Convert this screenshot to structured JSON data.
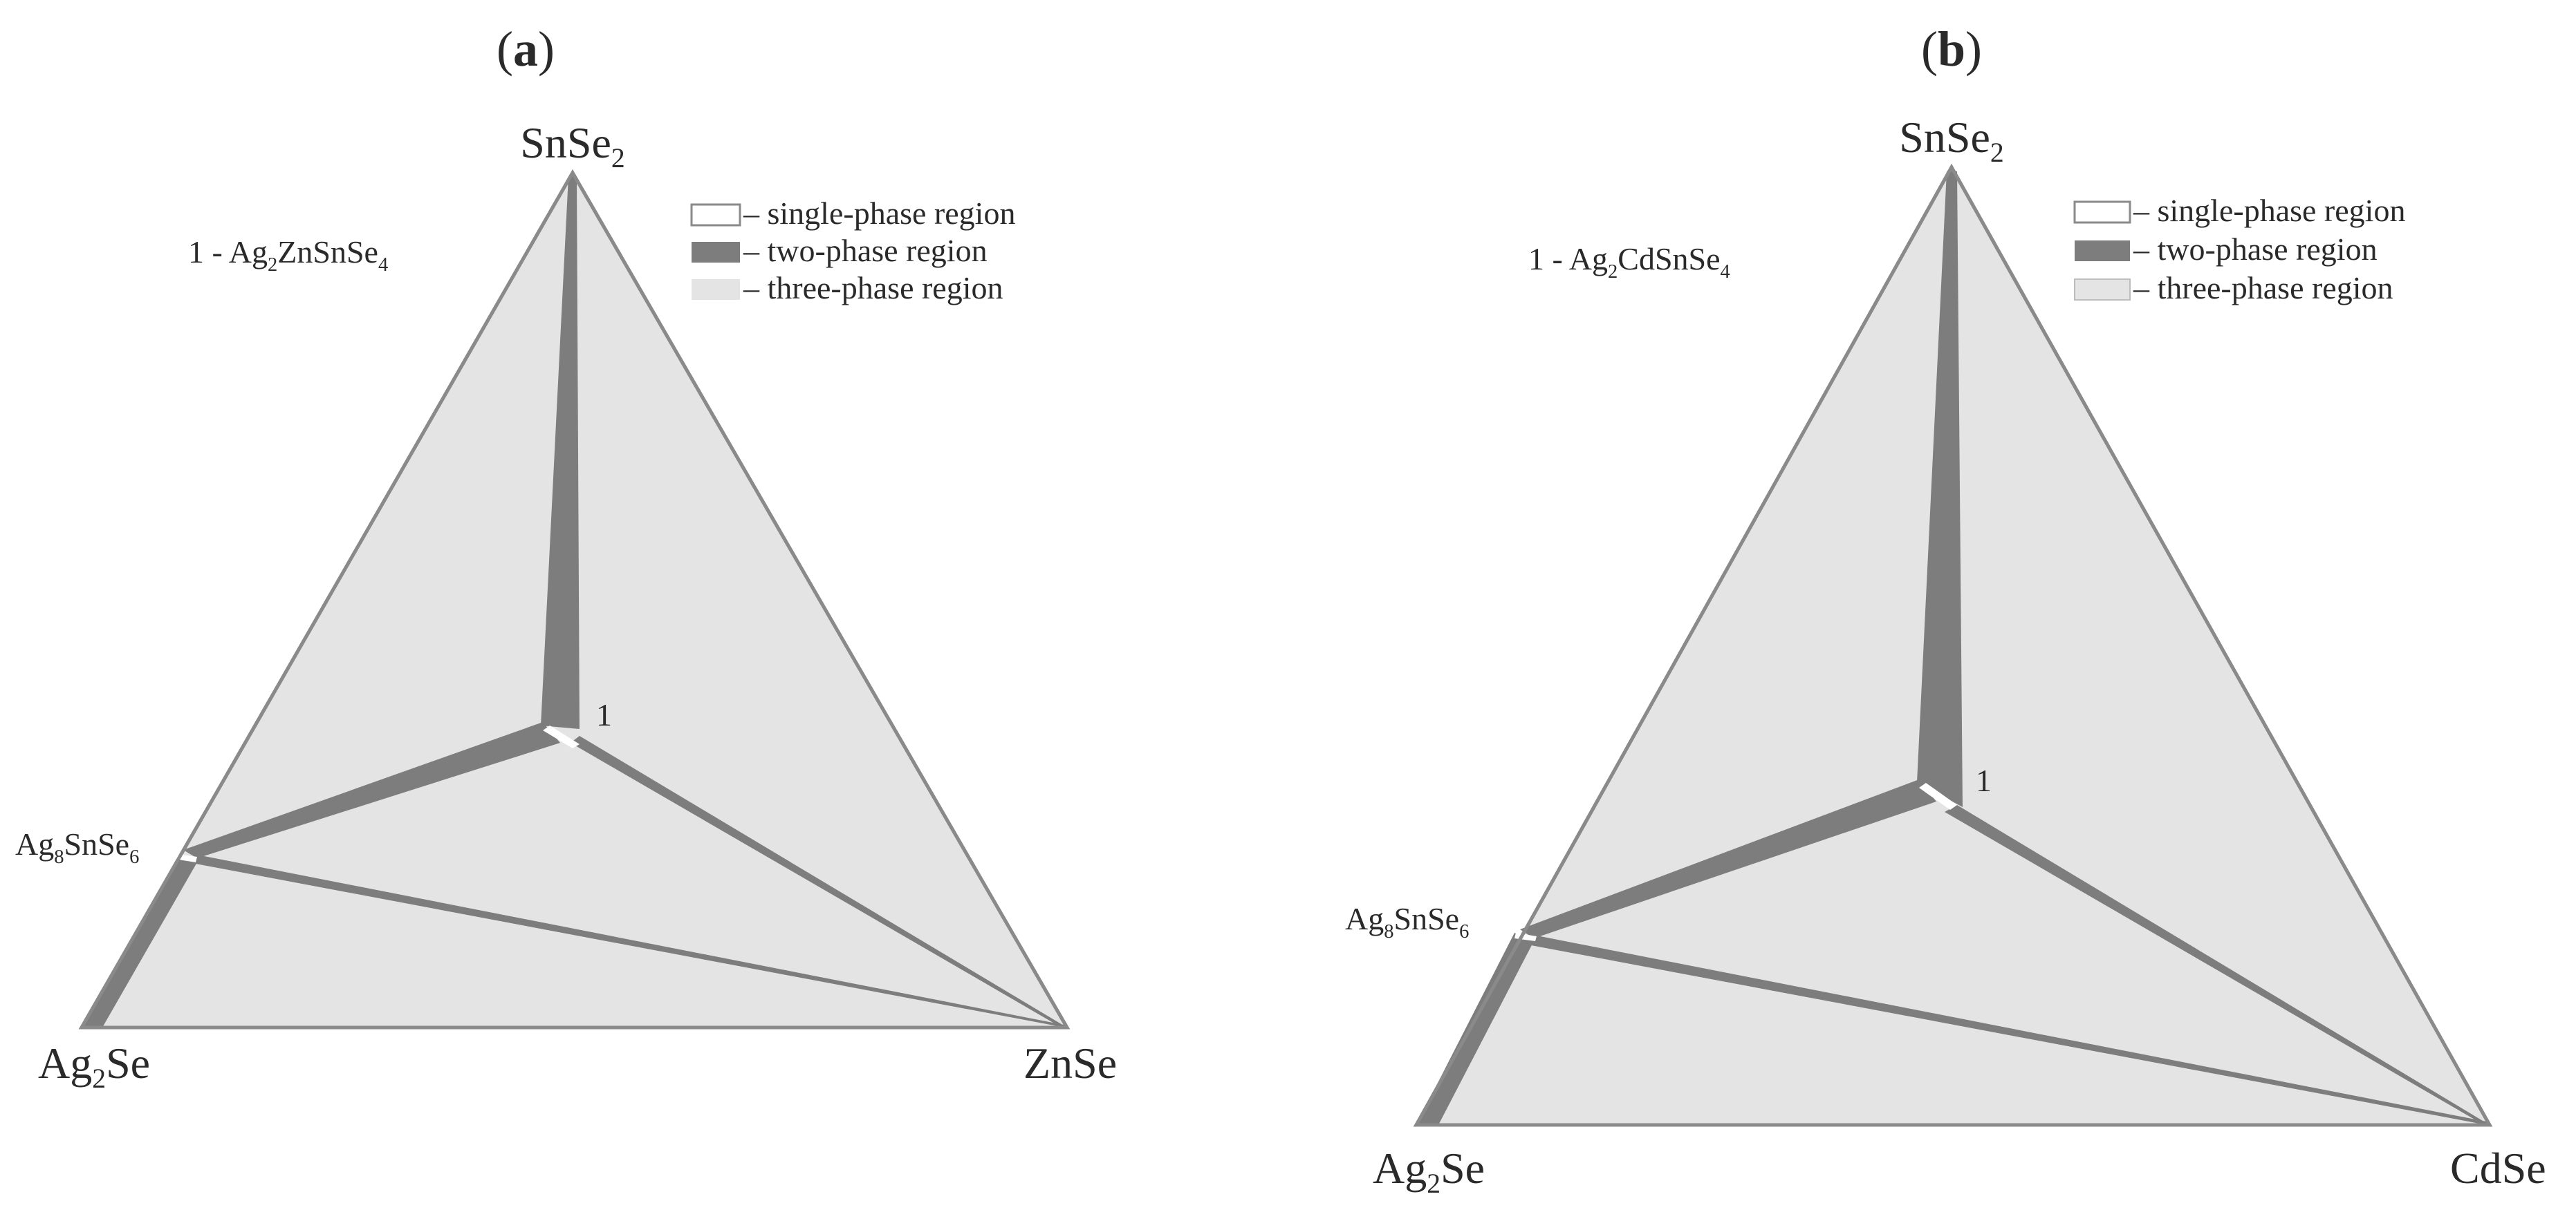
{
  "panels": [
    {
      "label": "(a)",
      "label_letter": "a",
      "vertices": {
        "top": "SnSe2",
        "bottom_left": "Ag2Se",
        "bottom_right": "ZnSe"
      },
      "intermediate": "Ag8SnSe6",
      "compound_note": "1 - Ag2ZnSnSe4",
      "point_label": "1",
      "legend": [
        {
          "text": "– single-phase region",
          "color": "#ffffff"
        },
        {
          "text": "– two-phase region",
          "color": "#7d7d7d"
        },
        {
          "text": "– three-phase region",
          "color": "#e4e4e4"
        }
      ]
    },
    {
      "label": "(b)",
      "label_letter": "b",
      "vertices": {
        "top": "SnSe2",
        "bottom_left": "Ag2Se",
        "bottom_right": "CdSe"
      },
      "intermediate": "Ag8SnSe6",
      "compound_note": "1 - Ag2CdSnSe4",
      "point_label": "1",
      "legend": [
        {
          "text": "– single-phase region",
          "color": "#ffffff"
        },
        {
          "text": "– two-phase region",
          "color": "#7d7d7d"
        },
        {
          "text": "– three-phase region",
          "color": "#e4e4e4"
        }
      ]
    }
  ],
  "colors": {
    "three_phase": "#e4e4e4",
    "two_phase": "#7d7d7d",
    "single_phase": "#ffffff",
    "outline": "#8a8a8a",
    "text": "#2a2a2a"
  }
}
